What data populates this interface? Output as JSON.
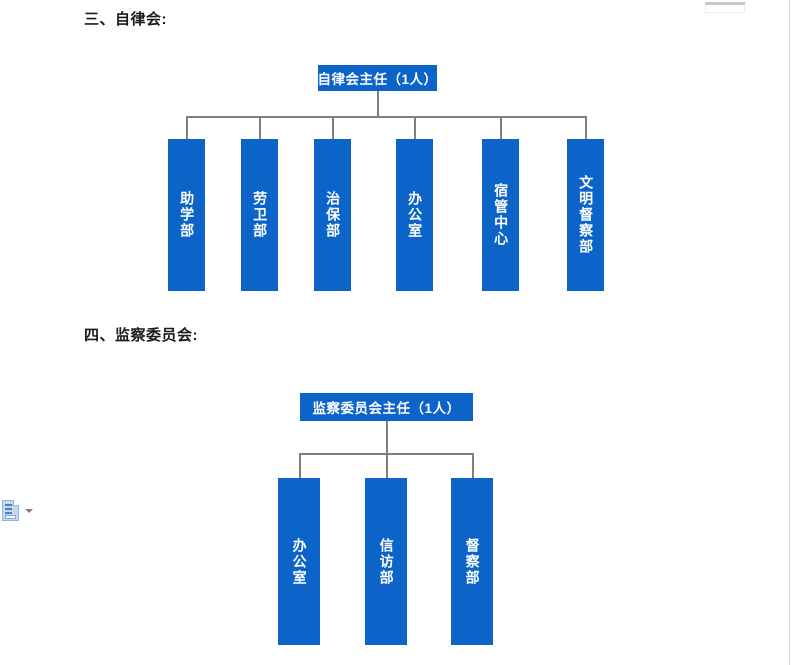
{
  "document": {
    "sections": [
      {
        "heading": "三、自律会:",
        "chart": {
          "root": {
            "label": "自律会主任（1人）"
          },
          "children": [
            {
              "label": "助学部"
            },
            {
              "label": "劳卫部"
            },
            {
              "label": "治保部"
            },
            {
              "label": "办公室"
            },
            {
              "label": "宿管中心"
            },
            {
              "label": "文明督察部"
            }
          ]
        }
      },
      {
        "heading": "四、监察委员会:",
        "chart": {
          "root": {
            "label": "监察委员会主任（1人）"
          },
          "children": [
            {
              "label": "办公室"
            },
            {
              "label": "信访部"
            },
            {
              "label": "督察部"
            }
          ]
        }
      }
    ]
  },
  "smart_tag": {
    "icon": "paste-options-icon",
    "caret": "chevron-down-icon"
  },
  "colors": {
    "node_fill": "#0C64C8",
    "node_text": "#FFFFFF",
    "connector": "#7F7F7F",
    "heading_text": "#1A1A1A",
    "page_edge": "#D9D9D9"
  }
}
